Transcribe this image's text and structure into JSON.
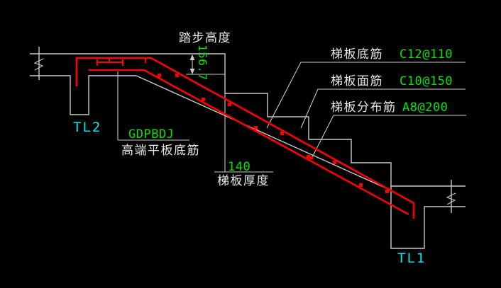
{
  "colors": {
    "background": "#000000",
    "line": "#c9c9c9",
    "rebar": "#ff0000",
    "code_green": "#00e600",
    "beam_cyan": "#00e8e8",
    "text_white": "#e9e9e9"
  },
  "dimension": {
    "step_height_label": "踏步高度",
    "step_height_value": "156.7"
  },
  "thickness": {
    "value": "140",
    "label": "梯板厚度"
  },
  "slab_bottom_label": {
    "code": "GDPBDJ",
    "name": "高端平板底筋"
  },
  "beams": {
    "left": "TL2",
    "right": "TL1"
  },
  "callouts": [
    {
      "label": "梯板底筋",
      "value": "C12@110"
    },
    {
      "label": "梯板面筋",
      "value": "C10@150"
    },
    {
      "label": "梯板分布筋",
      "value": "A8@200"
    }
  ]
}
